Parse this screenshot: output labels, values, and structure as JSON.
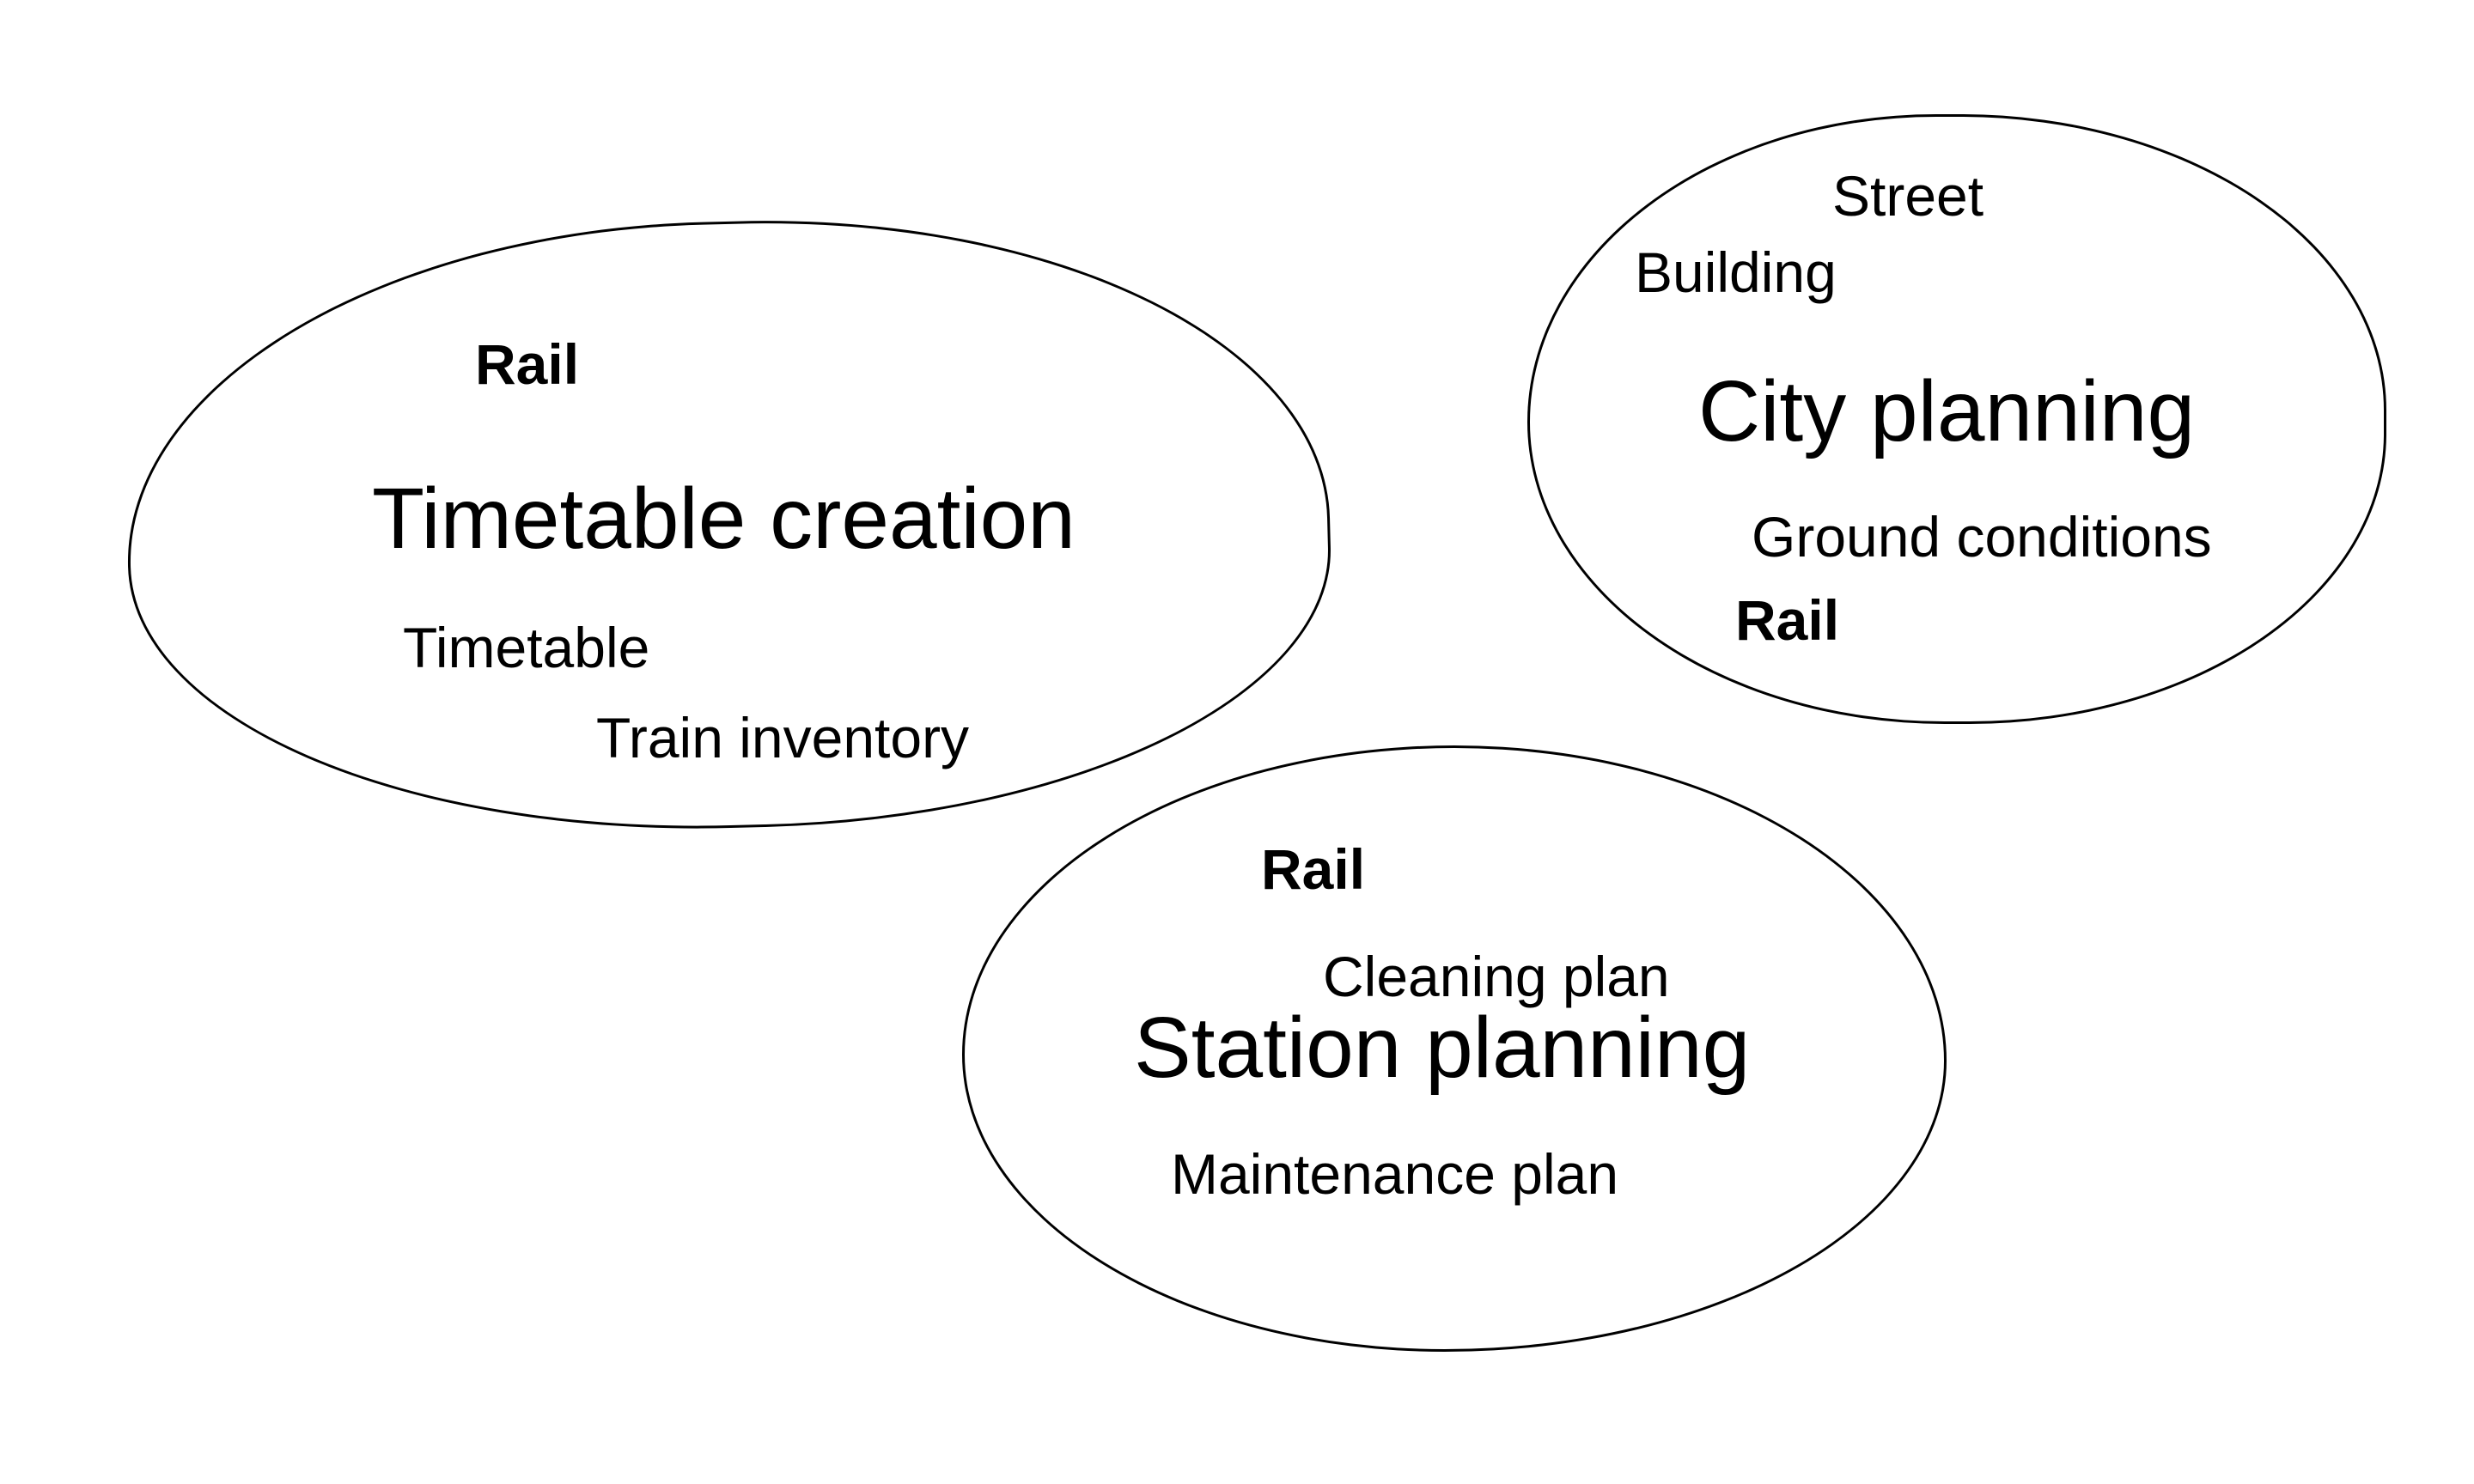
{
  "diagram": {
    "description": "Venn-style diagram of three planning domains",
    "background_color": "#ffffff",
    "stroke_color": "#000000",
    "text_color": "#000000",
    "ellipses": [
      {
        "id": "timetable-creation",
        "title": "Timetable creation",
        "items": [
          {
            "label": "Rail",
            "bold": true
          },
          {
            "label": "Timetable",
            "bold": false
          },
          {
            "label": "Train inventory",
            "bold": false
          }
        ]
      },
      {
        "id": "city-planning",
        "title": "City planning",
        "items": [
          {
            "label": "Street",
            "bold": false
          },
          {
            "label": "Building",
            "bold": false
          },
          {
            "label": "Ground conditions",
            "bold": false
          },
          {
            "label": "Rail",
            "bold": true
          }
        ]
      },
      {
        "id": "station-planning",
        "title": "Station planning",
        "items": [
          {
            "label": "Rail",
            "bold": true
          },
          {
            "label": "Cleaning plan",
            "bold": false
          },
          {
            "label": "Maintenance plan",
            "bold": false
          }
        ]
      }
    ]
  }
}
